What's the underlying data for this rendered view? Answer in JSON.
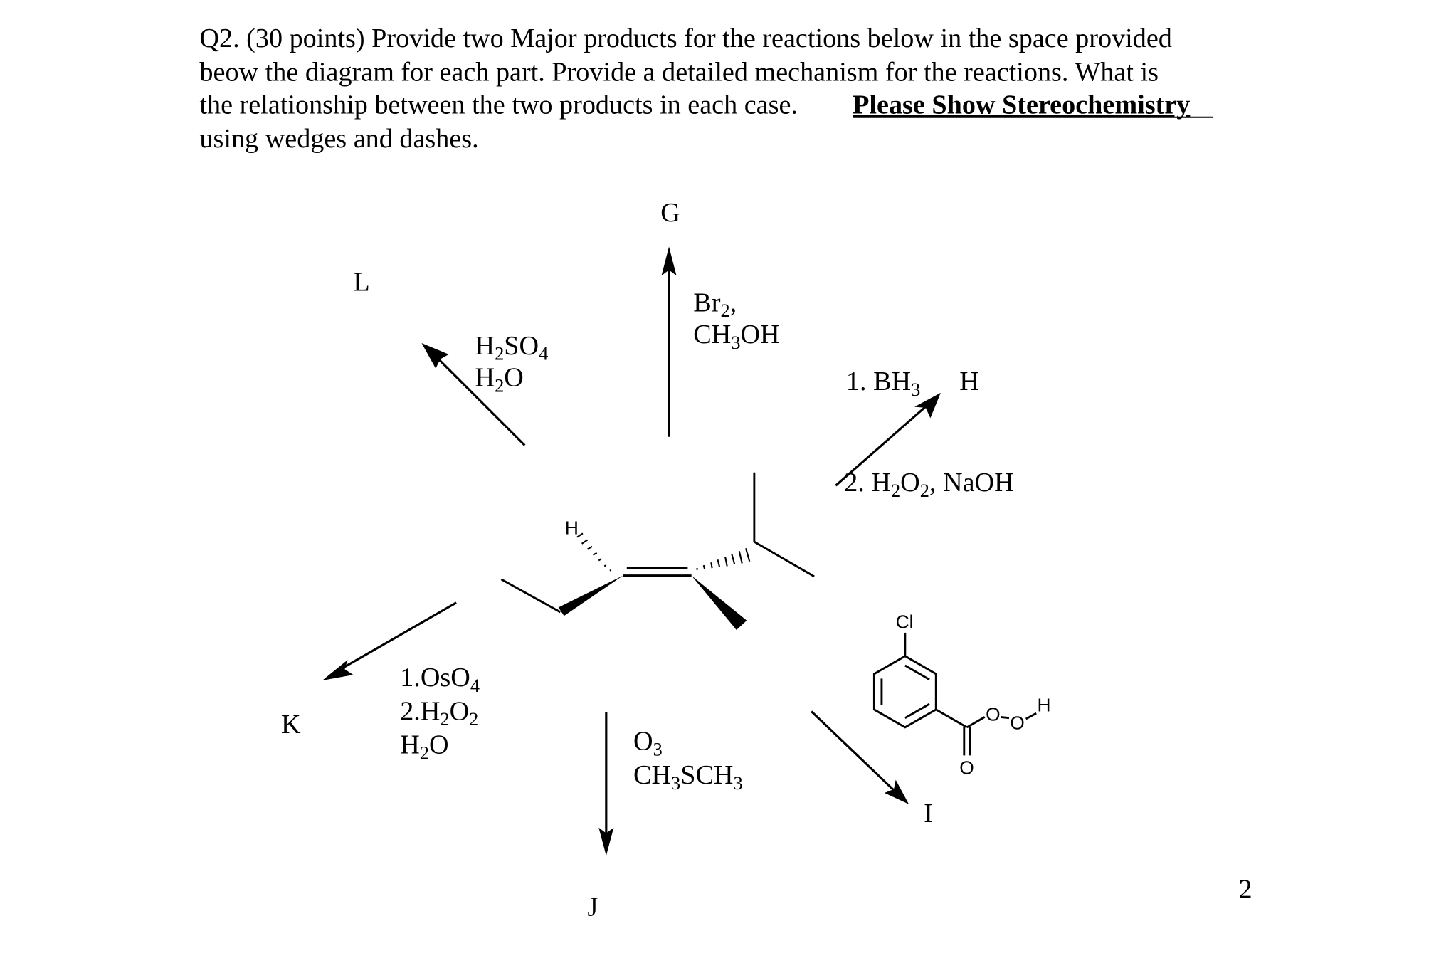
{
  "question": {
    "line1": "Q2.  (30 points) Provide  two Major products for the reactions below in the space provided",
    "line2": "beow the diagram for each part.  Provide a detailed mechanism for the reactions.  What is",
    "line3_plain": "the relationship between the two products in each case.  ",
    "line3_bold": "Please Show Stereochemistry",
    "line4": "using wedges and dashes."
  },
  "products": {
    "G": "G",
    "L": "L",
    "H": "H",
    "K": "K",
    "J": "J",
    "I": "I"
  },
  "reagents": {
    "G": {
      "line1_main": "Br",
      "line1_sub": "2",
      "line1_tail": ",",
      "line2_a": "CH",
      "line2_sub": "3",
      "line2_b": "OH"
    },
    "L": {
      "line1_a": "H",
      "line1_sub1": "2",
      "line1_b": "SO",
      "line1_sub2": "4",
      "line2_a": "H",
      "line2_sub": "2",
      "line2_b": "O"
    },
    "H": {
      "line1_a": "1. BH",
      "line1_sub": "3",
      "line2_a": "2. H",
      "line2_sub1": "2",
      "line2_b": "O",
      "line2_sub2": "2",
      "line2_c": ", NaOH"
    },
    "K": {
      "line1_a": "1.OsO",
      "line1_sub": "4",
      "line2_a": "2.H",
      "line2_sub1": "2",
      "line2_b": "O",
      "line2_sub2": "2",
      "line3_a": "H",
      "line3_sub": "2",
      "line3_b": "O"
    },
    "J": {
      "line1_a": "O",
      "line1_sub": "3",
      "line2_a": "CH",
      "line2_sub1": "3",
      "line2_b": "SCH",
      "line2_sub2": "3"
    },
    "I": {
      "cl": "Cl",
      "o1": "O",
      "o2": "O",
      "h": "H",
      "o_carbonyl": "O"
    }
  },
  "molecule": {
    "h_label": "H"
  },
  "page_number": "2"
}
